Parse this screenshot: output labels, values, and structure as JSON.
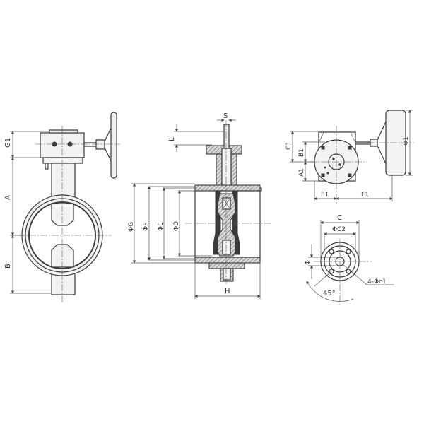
{
  "drawing": {
    "title": "Butterfly valve dimension drawing",
    "colors": {
      "line": "#3a3a3a",
      "background": "#ffffff",
      "fill": "#f3f3f3"
    },
    "front_view": {
      "dimension_labels": {
        "g1": "G1",
        "a": "A",
        "b": "B"
      }
    },
    "section_view": {
      "dimension_labels": {
        "s": "S",
        "l": "L",
        "phi_g": "ΦG",
        "phi_f": "ΦF",
        "phi_e": "ΦE",
        "phi_d": "ΦD",
        "h": "H"
      }
    },
    "gearbox_view": {
      "dimension_labels": {
        "c1": "C1",
        "b1": "B1",
        "a1": "A1",
        "e1": "E1",
        "f1": "F1",
        "phi_1": "Φ1"
      }
    },
    "flange_view": {
      "dimension_labels": {
        "c": "C",
        "phi_c2": "ΦC2",
        "phi": "Φ",
        "holes": "4-Φc1",
        "angle": "45°"
      }
    }
  }
}
